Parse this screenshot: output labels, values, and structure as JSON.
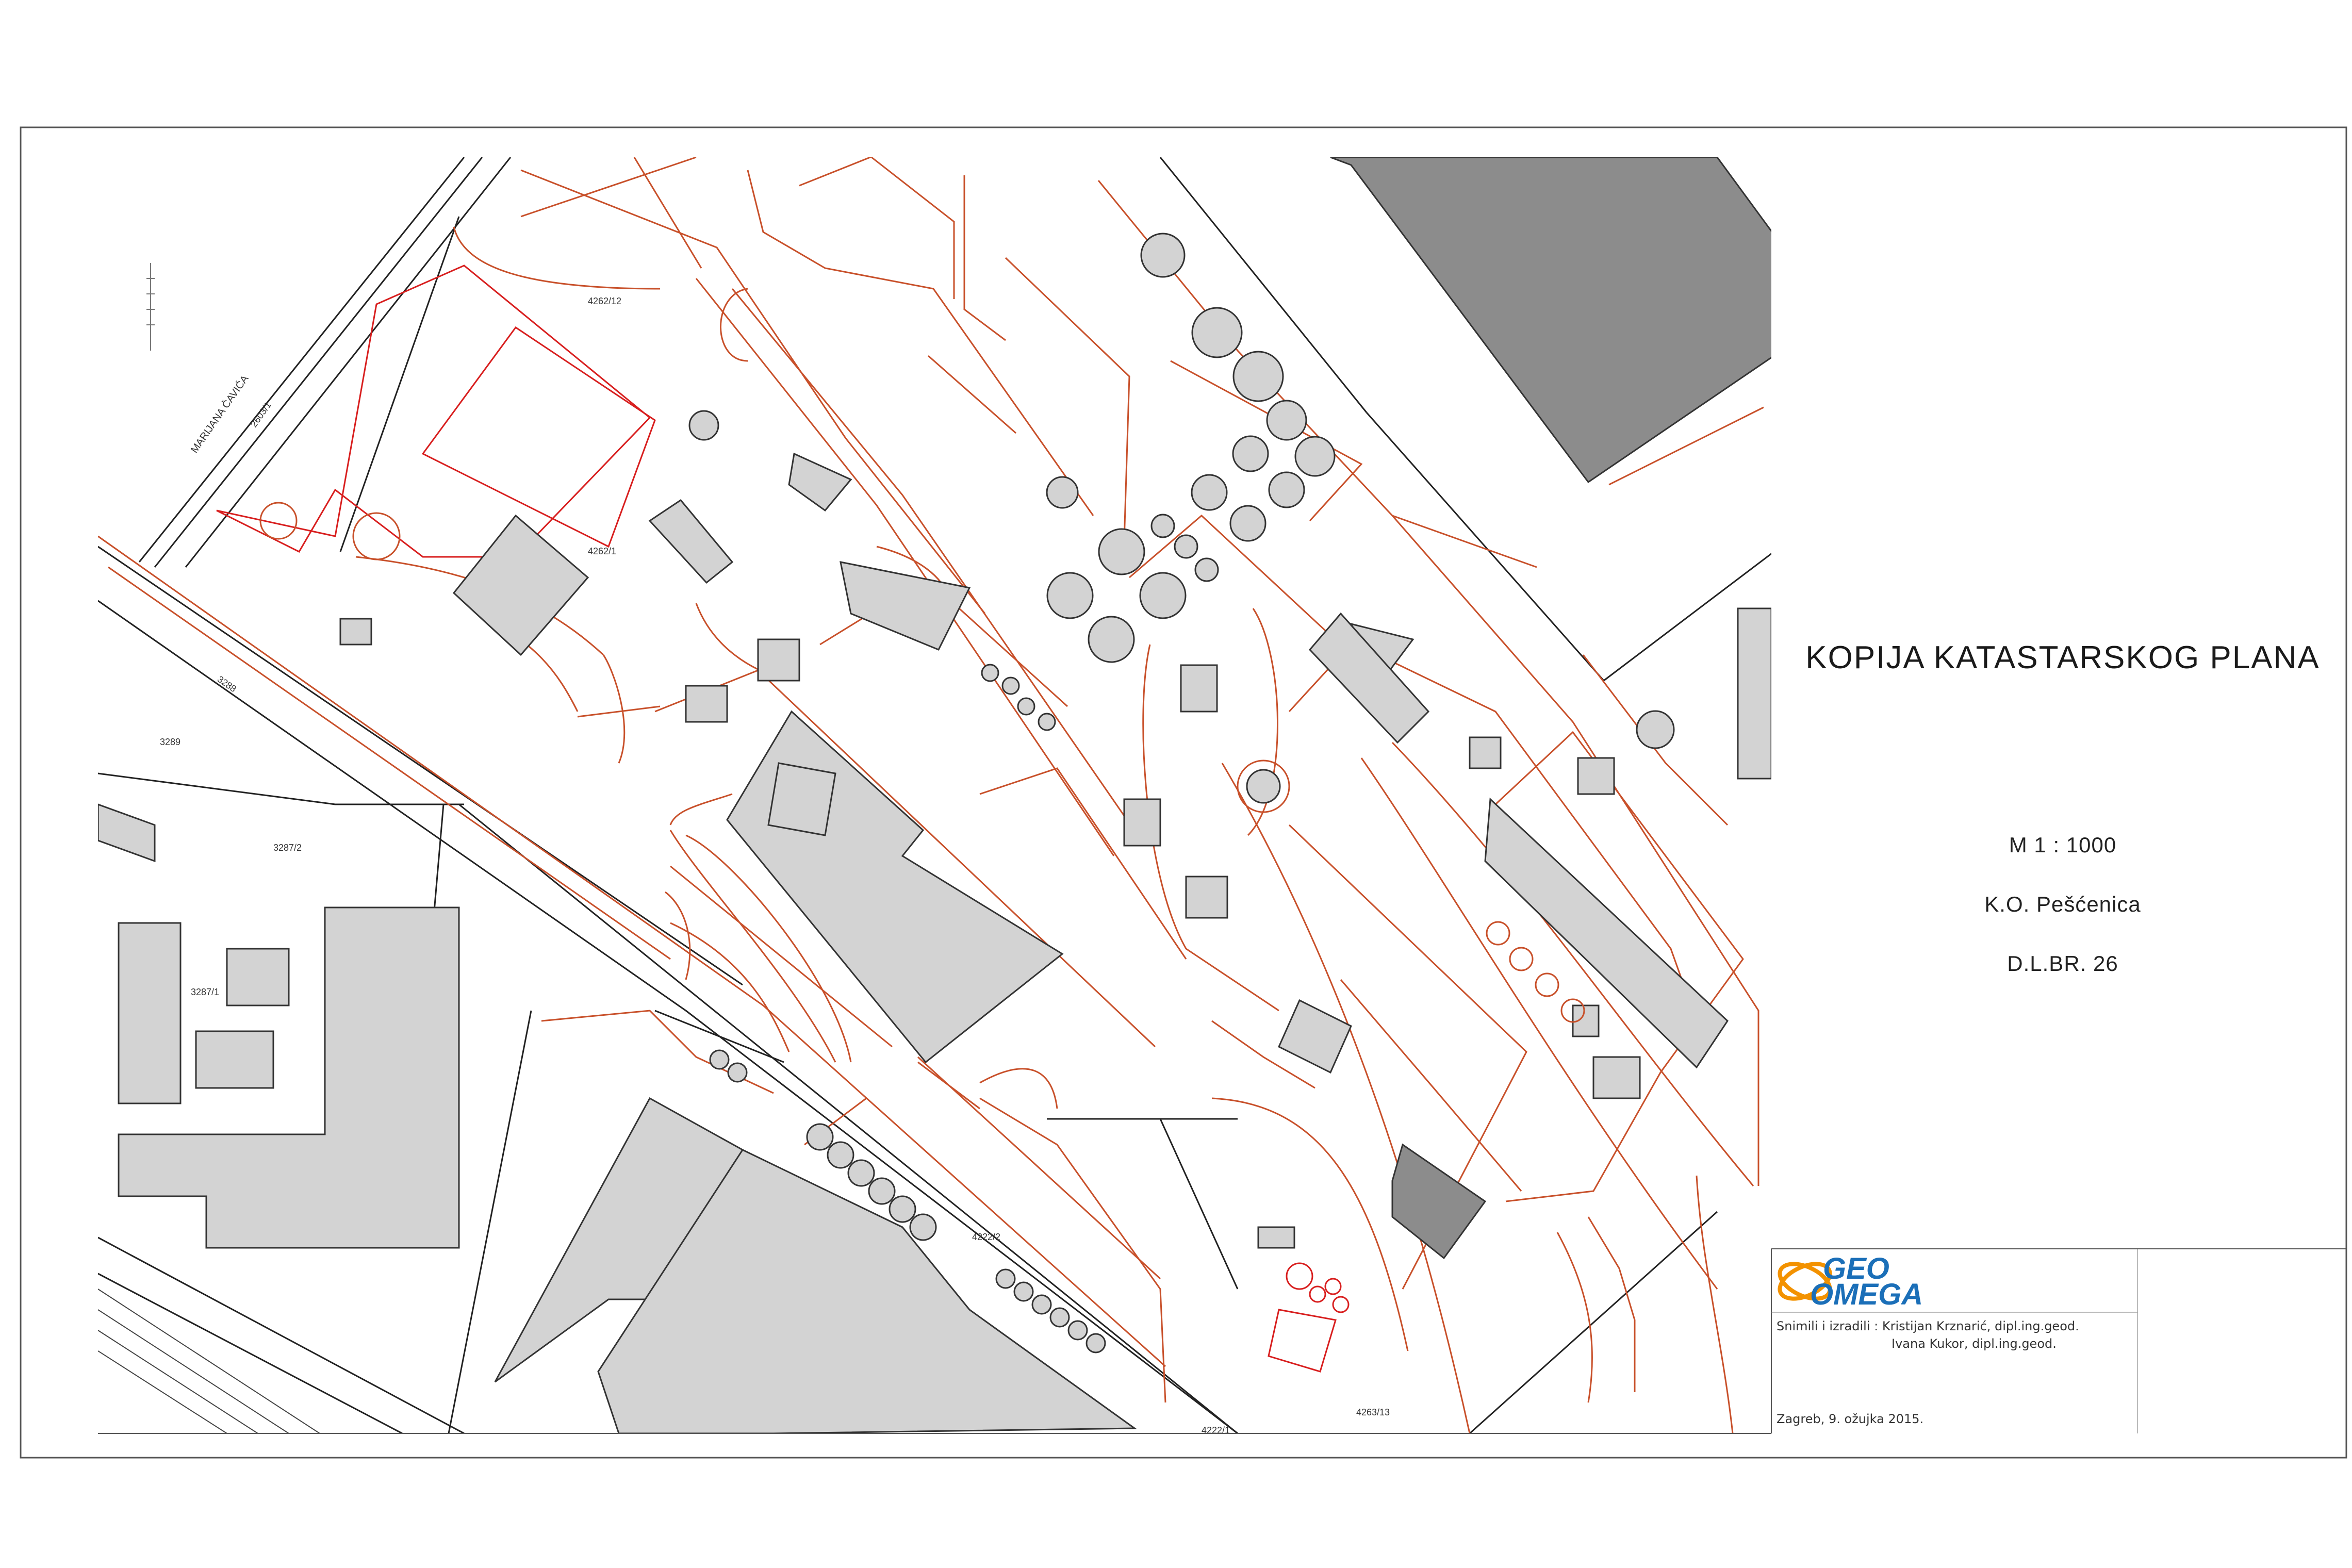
{
  "plan": {
    "title": "KOPIJA KATASTARSKOG PLANA",
    "scale": "M 1 : 1000",
    "cadastral_municipality": "K.O. Pešćenica",
    "sheet_number": "D.L.BR. 26"
  },
  "company": {
    "logo_line1": "GEO",
    "logo_line2": "OMEGA",
    "surveyed_by_label": "Snimili i izradili : Kristijan Krznarić, dipl.ing.geod.",
    "surveyed_by_second": "Ivana Kukor, dipl.ing.geod.",
    "place_date": "Zagreb, 9. ožujka 2015."
  },
  "map_labels": {
    "street": "MARIJANA ČAVIĆA",
    "parcels": [
      "2603/1",
      "4262/12",
      "4262/1",
      "3288",
      "3289",
      "3287/2",
      "3287/1",
      "4222/1",
      "4263/13",
      "4222/2"
    ]
  },
  "colors": {
    "cadastre_line": "#c8502a",
    "building_fill": "#d3d3d3",
    "dark_building_fill": "#8c8c8c",
    "frame": "#555555",
    "highlight_red": "#d81e1e",
    "logo_blue": "#1b6fb8",
    "logo_orange": "#f39200"
  }
}
